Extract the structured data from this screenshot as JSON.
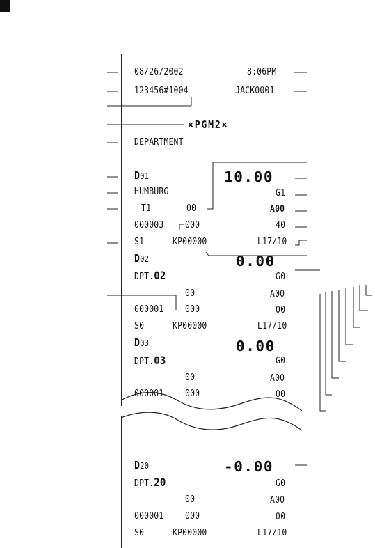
{
  "receipt": {
    "header": {
      "date": "08/26/2002",
      "time": "8:06PM",
      "store_consecutive": "123456#1004",
      "clerk": "JACK0001",
      "mode_title": "×PGM2×",
      "section_title": "DEPARTMENT"
    },
    "departments": [
      {
        "code_prefix": "D",
        "code_num": "01",
        "price": "10.00",
        "name": "HUMBURG",
        "group": "G1",
        "tax_label": "T1",
        "mid_code": "00",
        "mode_code": "A00",
        "item_code": "000003",
        "sub_code": "000",
        "qty_limit": "40",
        "status": "S1",
        "kp": "KP00000",
        "link": "L17/10"
      },
      {
        "code_prefix": "D",
        "code_num": "02",
        "price": "0.00",
        "name_prefix": "DPT.",
        "name_num": "02",
        "group": "G0",
        "mid_code": "00",
        "mode_code": "A00",
        "item_code": "000001",
        "sub_code": "000",
        "qty_limit": "00",
        "status": "S0",
        "kp": "KP00000",
        "link": "L17/10"
      },
      {
        "code_prefix": "D",
        "code_num": "03",
        "price": "0.00",
        "name_prefix": "DPT.",
        "name_num": "03",
        "group": "G0",
        "mid_code": "00",
        "mode_code": "A00",
        "item_code": "000001",
        "sub_code": "000",
        "qty_limit": "00"
      }
    ],
    "last_department": {
      "code_prefix": "D",
      "code_num": "20",
      "price": "-0.00",
      "name_prefix": "DPT.",
      "name_num": "20",
      "group": "G0",
      "mid_code": "00",
      "mode_code": "A00",
      "item_code": "000001",
      "sub_code": "000",
      "qty_limit": "00",
      "status": "S0",
      "kp": "KP00000",
      "link": "L17/10"
    }
  }
}
